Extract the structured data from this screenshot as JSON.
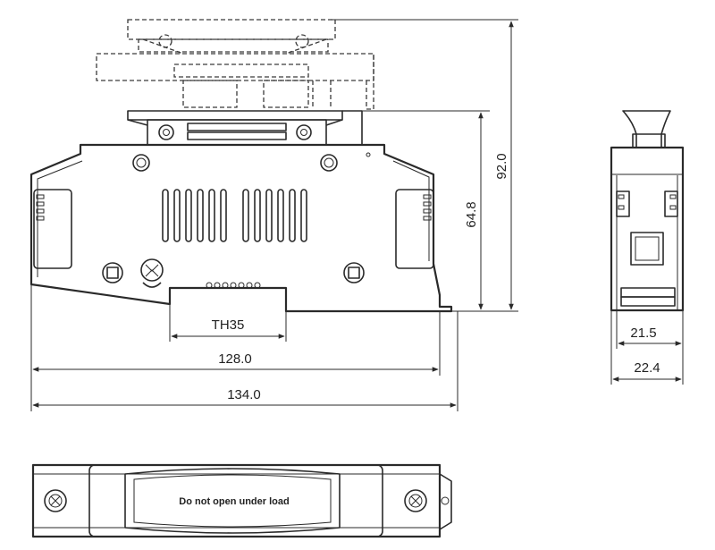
{
  "dimensions": {
    "width_128": "128.0",
    "width_134": "134.0",
    "height_92": "92.0",
    "height_64": "64.8",
    "rail": "TH35",
    "depth_21": "21.5",
    "depth_22": "22.4"
  },
  "label": {
    "warning": "Do not open under load"
  },
  "colors": {
    "line": "#2a2a2a",
    "background": "#ffffff"
  }
}
